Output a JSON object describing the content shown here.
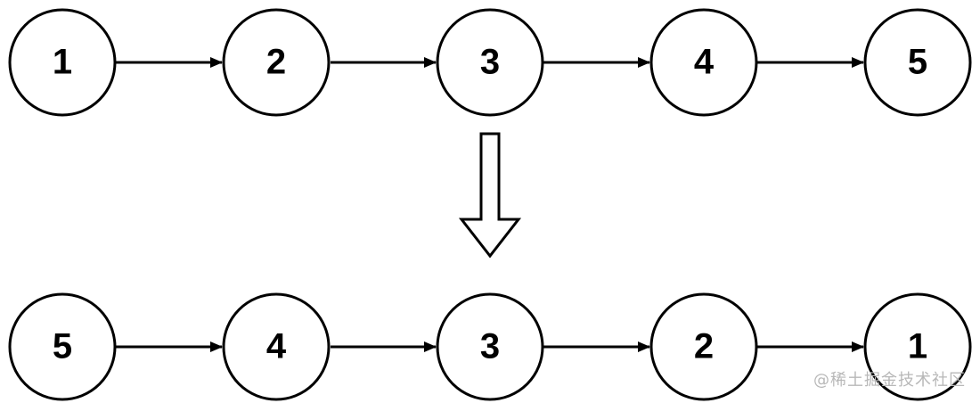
{
  "diagram": {
    "original_list": {
      "nodes": [
        "1",
        "2",
        "3",
        "4",
        "5"
      ]
    },
    "reversed_list": {
      "nodes": [
        "5",
        "4",
        "3",
        "2",
        "1"
      ]
    },
    "colors": {
      "stroke": "#000000",
      "fill": "#ffffff",
      "text": "#000000"
    }
  },
  "watermark": {
    "text": "@稀土掘金技术社区"
  }
}
